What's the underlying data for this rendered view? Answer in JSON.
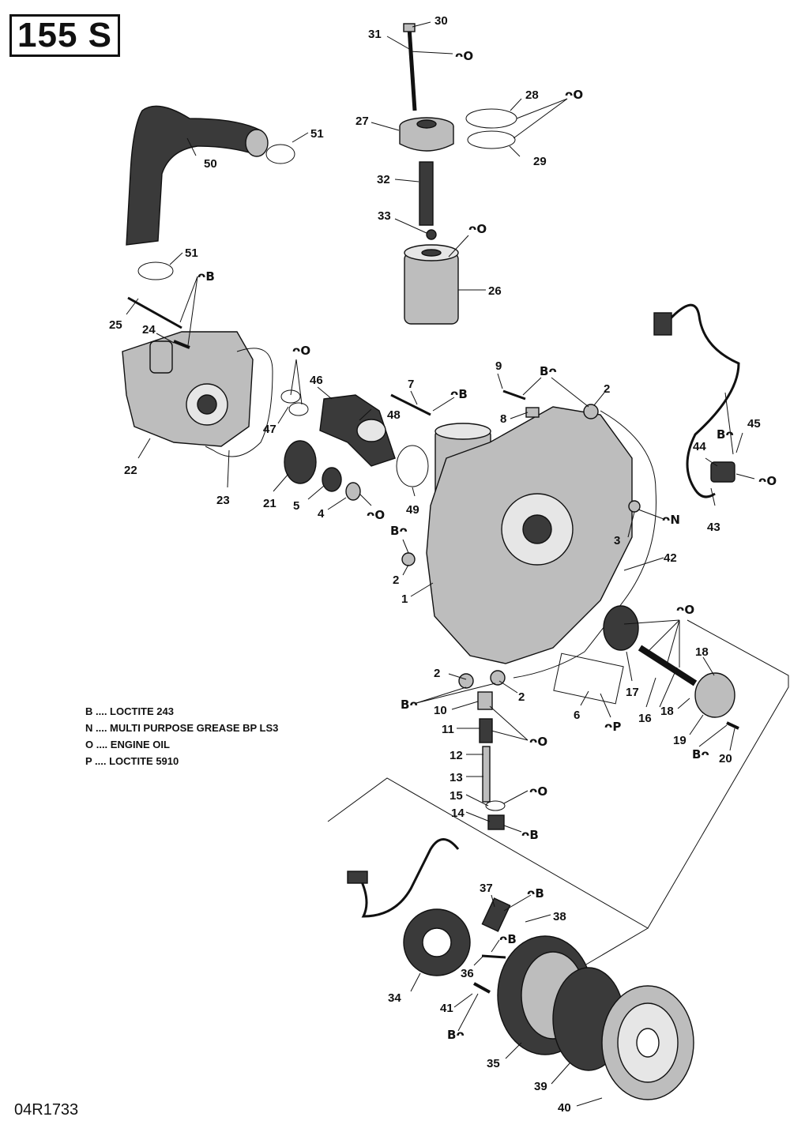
{
  "model": "155 S",
  "drawing_code": "04R1733",
  "legend": [
    {
      "key": "B",
      "text": "B .... LOCTITE 243"
    },
    {
      "key": "N",
      "text": "N .... MULTI PURPOSE GREASE BP LS3"
    },
    {
      "key": "O",
      "text": "O .... ENGINE OIL"
    },
    {
      "key": "P",
      "text": "P .... LOCTITE 5910"
    }
  ],
  "symbols": {
    "drop": "ᴖ",
    "B": "B",
    "N": "N",
    "O": "O",
    "P": "P"
  },
  "callouts": {
    "c1": "1",
    "c2a": "2",
    "c2b": "2",
    "c2c": "2",
    "c2d": "2",
    "c3": "3",
    "c4": "4",
    "c5": "5",
    "c6": "6",
    "c7": "7",
    "c8": "8",
    "c9": "9",
    "c10": "10",
    "c11": "11",
    "c12": "12",
    "c13": "13",
    "c14": "14",
    "c15": "15",
    "c16": "16",
    "c17": "17",
    "c18a": "18",
    "c18b": "18",
    "c19": "19",
    "c20": "20",
    "c21": "21",
    "c22": "22",
    "c23": "23",
    "c24": "24",
    "c25": "25",
    "c26": "26",
    "c27": "27",
    "c28": "28",
    "c29": "29",
    "c30": "30",
    "c31": "31",
    "c32": "32",
    "c33": "33",
    "c34": "34",
    "c35": "35",
    "c36": "36",
    "c37": "37",
    "c38": "38",
    "c39": "39",
    "c40": "40",
    "c41": "41",
    "c42": "42",
    "c43": "43",
    "c44": "44",
    "c45": "45",
    "c46": "46",
    "c47": "47",
    "c48": "48",
    "c49": "49",
    "c50": "50",
    "c51a": "51",
    "c51b": "51"
  },
  "notes": {
    "n30": "O",
    "n28": "O",
    "n26": "O",
    "n25": "B",
    "n47": "O",
    "n7": "B",
    "n9": "B",
    "n49": "O",
    "n2": "B",
    "n3": "N",
    "n45": "B",
    "n43": "O",
    "n17": "O",
    "n2b": "B",
    "n11": "O",
    "n6": "P",
    "n20": "B",
    "n15": "O",
    "n14": "B",
    "n37": "B",
    "n36": "B",
    "n41": "B"
  }
}
